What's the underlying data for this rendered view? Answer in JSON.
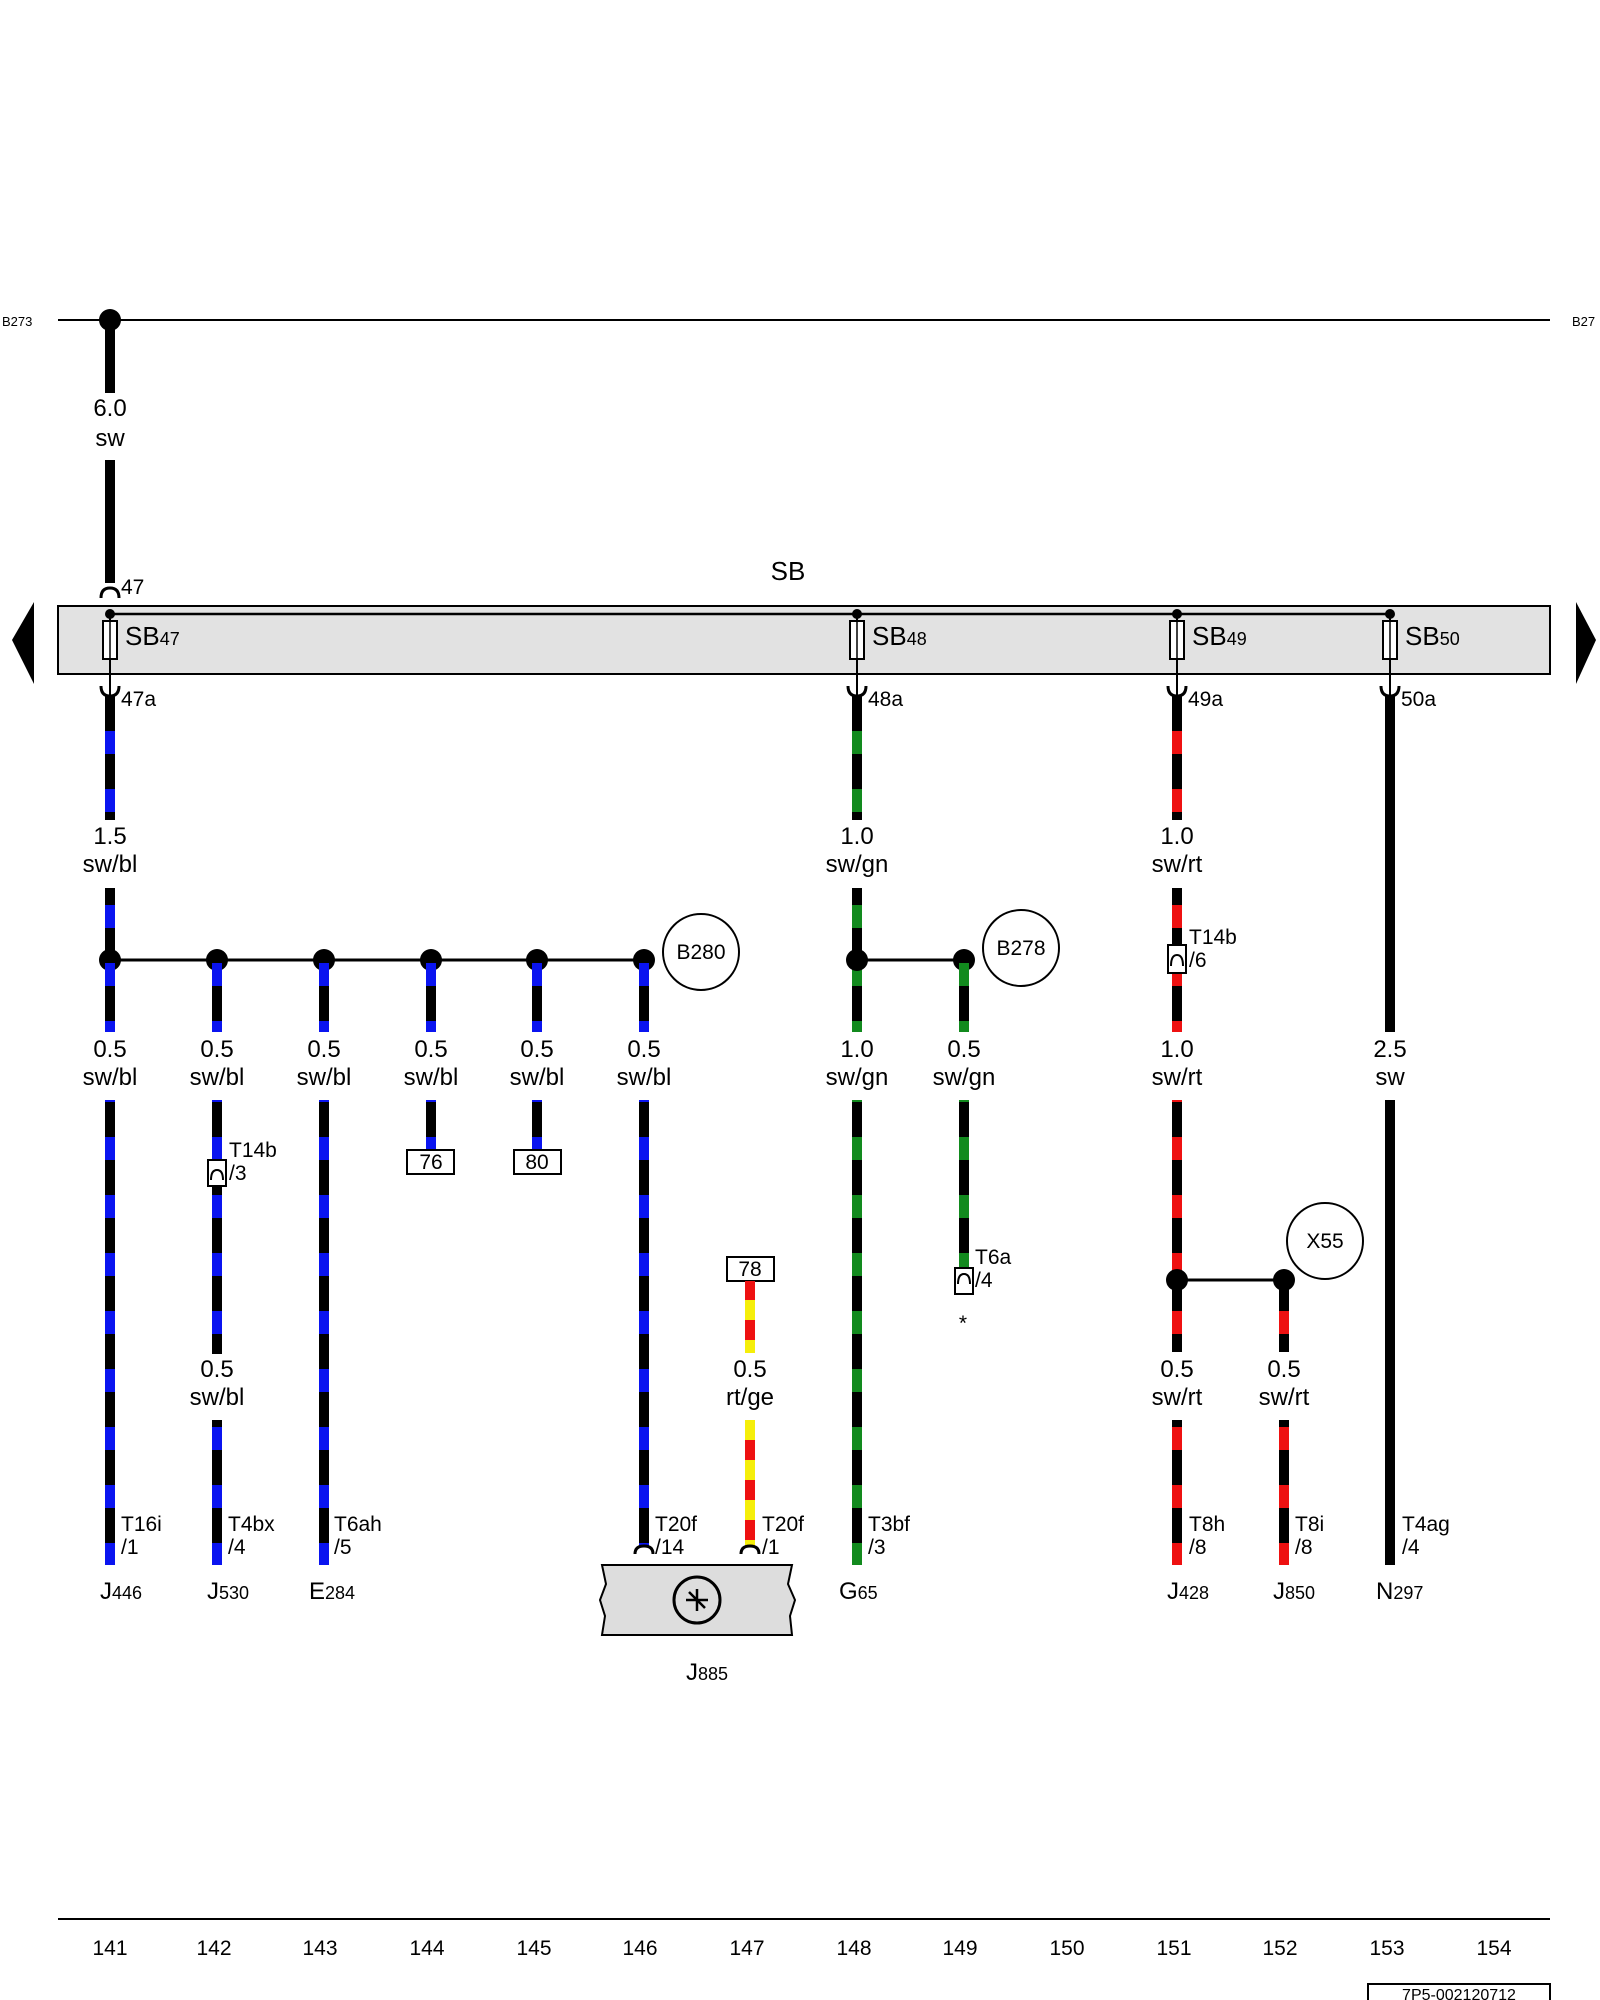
{
  "diagram": {
    "bus_left": "B273",
    "bus_right": "B27",
    "fuse_block": "SB",
    "diagram_id": "7P5-002120712",
    "feed": {
      "pin": "47",
      "gauge": "6.0",
      "color": "sw"
    },
    "fuses": [
      {
        "id": "SB47",
        "prefix": "SB",
        "num": "47",
        "out_pin": "47a"
      },
      {
        "id": "SB48",
        "prefix": "SB",
        "num": "48",
        "out_pin": "48a"
      },
      {
        "id": "SB49",
        "prefix": "SB",
        "num": "49",
        "out_pin": "49a"
      },
      {
        "id": "SB50",
        "prefix": "SB",
        "num": "50",
        "out_pin": "50a"
      }
    ],
    "wire_labels": {
      "w141_top": {
        "gauge": "1.5",
        "color": "sw/bl"
      },
      "w141": {
        "gauge": "0.5",
        "color": "sw/bl"
      },
      "w142": {
        "gauge": "0.5",
        "color": "sw/bl"
      },
      "w142_low": {
        "gauge": "0.5",
        "color": "sw/bl"
      },
      "w143": {
        "gauge": "0.5",
        "color": "sw/bl"
      },
      "w144": {
        "gauge": "0.5",
        "color": "sw/bl"
      },
      "w145": {
        "gauge": "0.5",
        "color": "sw/bl"
      },
      "w146": {
        "gauge": "0.5",
        "color": "sw/bl"
      },
      "w147": {
        "gauge": "0.5",
        "color": "rt/ge"
      },
      "w148_top": {
        "gauge": "1.0",
        "color": "sw/gn"
      },
      "w148": {
        "gauge": "1.0",
        "color": "sw/gn"
      },
      "w149": {
        "gauge": "0.5",
        "color": "sw/gn"
      },
      "w151_top": {
        "gauge": "1.0",
        "color": "sw/rt"
      },
      "w151": {
        "gauge": "1.0",
        "color": "sw/rt"
      },
      "w151_low": {
        "gauge": "0.5",
        "color": "sw/rt"
      },
      "w152": {
        "gauge": "0.5",
        "color": "sw/rt"
      },
      "w153": {
        "gauge": "2.5",
        "color": "sw"
      }
    },
    "splices": {
      "b280": "B280",
      "b278": "B278",
      "x55": "X55"
    },
    "ref_boxes": {
      "r76": "76",
      "r80": "80",
      "r78": "78"
    },
    "connectors": {
      "t14b_3": {
        "name": "T14b",
        "pin": "/3"
      },
      "t14b_6": {
        "name": "T14b",
        "pin": "/6"
      },
      "t6a_4": {
        "name": "T6a",
        "pin": "/4"
      },
      "t16i_1": {
        "name": "T16i",
        "pin": "/1"
      },
      "t4bx_4": {
        "name": "T4bx",
        "pin": "/4"
      },
      "t6ah_5": {
        "name": "T6ah",
        "pin": "/5"
      },
      "t20f_14": {
        "name": "T20f",
        "pin": "/14"
      },
      "t20f_1": {
        "name": "T20f",
        "pin": "/1"
      },
      "t3bf_3": {
        "name": "T3bf",
        "pin": "/3"
      },
      "t8h_8": {
        "name": "T8h",
        "pin": "/8"
      },
      "t8i_8": {
        "name": "T8i",
        "pin": "/8"
      },
      "t4ag_4": {
        "name": "T4ag",
        "pin": "/4"
      }
    },
    "asterisk": "*",
    "components": [
      {
        "id": "J446",
        "prefix": "J",
        "num": "446"
      },
      {
        "id": "J530",
        "prefix": "J",
        "num": "530"
      },
      {
        "id": "E284",
        "prefix": "E",
        "num": "284"
      },
      {
        "id": "J885",
        "prefix": "J",
        "num": "885"
      },
      {
        "id": "G65",
        "prefix": "G",
        "num": "65"
      },
      {
        "id": "J428",
        "prefix": "J",
        "num": "428"
      },
      {
        "id": "J850",
        "prefix": "J",
        "num": "850"
      },
      {
        "id": "N297",
        "prefix": "N",
        "num": "297"
      }
    ],
    "grid_numbers": [
      "141",
      "142",
      "143",
      "144",
      "145",
      "146",
      "147",
      "148",
      "149",
      "150",
      "151",
      "152",
      "153",
      "154"
    ],
    "colors": {
      "sw": "#000000",
      "bl": "#0a14f0",
      "gn": "#128a1e",
      "rt": "#ee1111",
      "ge": "#f5ee0a",
      "fuse_bar": "#e2e2e2",
      "module_fill": "#dddddd"
    }
  }
}
